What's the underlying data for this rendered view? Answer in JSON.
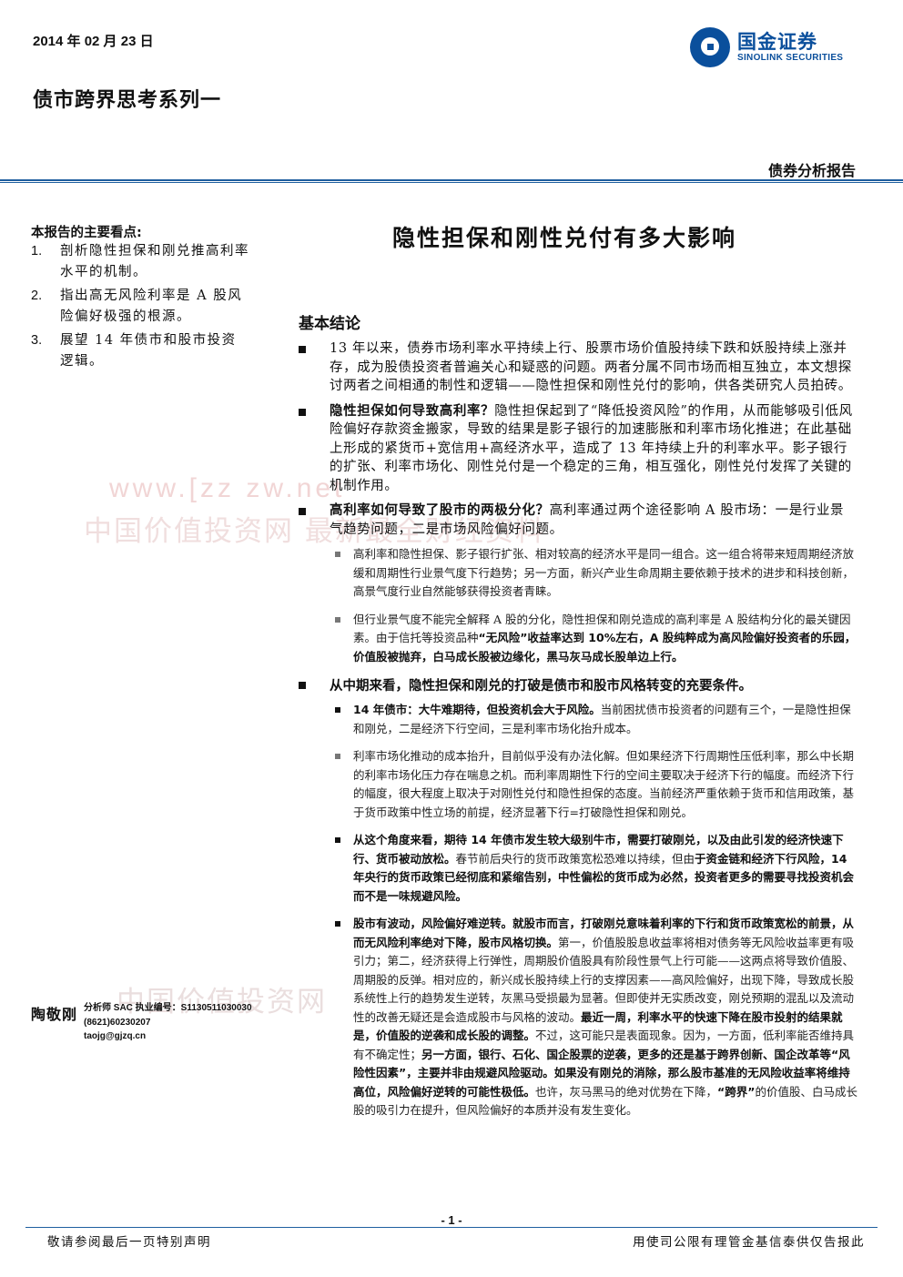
{
  "header": {
    "date": "2014 年 02 月 23 日",
    "series": "债市跨界思考系列一",
    "logo_cn": "国金证券",
    "logo_en": "SINOLINK SECURITIES",
    "report_type": "债券分析报告"
  },
  "sidebar": {
    "title": "本报告的主要看点:",
    "items": [
      {
        "num": "1.",
        "text": "剖析隐性担保和刚兑推高利率水平的机制。"
      },
      {
        "num": "2.",
        "text": "指出高无风险利率是 A 股风险偏好极强的根源。"
      },
      {
        "num": "3.",
        "text": "展望 14 年债市和股市投资逻辑。"
      }
    ]
  },
  "author": {
    "name": "陶敬刚",
    "license": "分析师 SAC 执业编号：S1130511030030",
    "phone": "(8621)60230207",
    "email": "taojg@gjzq.cn"
  },
  "report": {
    "title": "隐性担保和刚性兑付有多大影响",
    "section": "基本结论",
    "p1": "13 年以来，债券市场利率水平持续上行、股票市场价值股持续下跌和妖股持续上涨并存，成为股债投资者普遍关心和疑惑的问题。两者分属不同市场而相互独立，本文想探讨两者之间相通的制性和逻辑——隐性担保和刚性兑付的影响，供各类研究人员拍砖。",
    "p2_bold": "隐性担保如何导致高利率？",
    "p2_rest": "隐性担保起到了“降低投资风险”的作用，从而能够吸引低风险偏好存款资金搬家，导致的结果是影子银行的加速膨胀和利率市场化推进；在此基础上形成的紧货币+宽信用+高经济水平，造成了 13 年持续上升的利率水平。影子银行的扩张、利率市场化、刚性兑付是一个稳定的三角，相互强化，刚性兑付发挥了关键的机制作用。",
    "p3_bold": "高利率如何导致了股市的两极分化？",
    "p3_rest": "高利率通过两个途径影响 A 股市场：一是行业景气趋势问题，二是市场风险偏好问题。",
    "s3a": "高利率和隐性担保、影子银行扩张、相对较高的经济水平是同一组合。这一组合将带来短周期经济放缓和周期性行业景气度下行趋势；另一方面，新兴产业生命周期主要依赖于技术的进步和科技创新，高景气度行业自然能够获得投资者青睐。",
    "s3b_pre": "但行业景气度不能完全解释 A 股的分化，隐性担保和刚兑造成的高利率是 A 股结构分化的最关键因素。由于信托等投资品种",
    "s3b_bold": "“无风险”收益率达到 10%左右，A 股纯粹成为高风险偏好投资者的乐园，价值股被抛弃，白马成长股被边缘化，黑马灰马成长股单边上行。",
    "p4": "从中期来看，隐性担保和刚兑的打破是债市和股市风格转变的充要条件。",
    "s4a_bold": "14 年债市：大牛难期待，但投资机会大于风险。",
    "s4a_rest": "当前困扰债市投资者的问题有三个，一是隐性担保和刚兑，二是经济下行空间，三是利率市场化抬升成本。",
    "s4b": "利率市场化推动的成本抬升，目前似乎没有办法化解。但如果经济下行周期性压低利率，那么中长期的利率市场化压力存在喘息之机。而利率周期性下行的空间主要取决于经济下行的幅度。而经济下行的幅度，很大程度上取决于对刚性兑付和隐性担保的态度。当前经济严重依赖于货币和信用政策，基于货币政策中性立场的前提，经济显著下行=打破隐性担保和刚兑。",
    "s4c_bold1": "从这个角度来看，期待 14 年债市发生较大级别牛市，需要打破刚兑，以及由此引发的经济快速下行、货币被动放松。",
    "s4c_mid": "春节前后央行的货币政策宽松恐难以持续，但由",
    "s4c_bold2": "于资金链和经济下行风险，14 年央行的货币政策已经彻底和紧缩告别，中性偏松的货币成为必然，投资者更多的需要寻找投资机会而不是一味规避风险。",
    "s4d_bold1": "股市有波动，风险偏好难逆转。就股市而言，打破刚兑意味着利率的下行和货币政策宽松的前景，从而无风险利率绝对下降，股市风格切换。",
    "s4d_p2": "第一，价值股股息收益率将相对债务等无风险收益率更有吸引力；第二，经济获得上行弹性，周期股价值股具有阶段性景气上行可能——这两点将导致价值股、周期股的反弹。相对应的，新兴成长股持续上行的支撑因素——高风险偏好，出现下降，导致成长股系统性上行的趋势发生逆转，灰黑马受损最为显著。但即使并无实质改变，刚兑预期的混乱以及流动性的改善无疑还是会造成股市与风格的波动。",
    "s4d_bold2": "最近一周，利率水平的快速下降在股市投射的结果就是，价值股的逆袭和成长股的调整。",
    "s4d_p3": "不过，这可能只是表面现象。因为，一方面，低利率能否维持具有不确定性；",
    "s4d_bold3": "另一方面，银行、石化、国企股票的逆袭，更多的还是基于跨界创新、国企改革等“风险性因素”，主要并非由规避风险驱动。如果没有刚兑的消除，那么股市基准的无风险收益率将维持高位，风险偏好逆转的可能性极低。",
    "s4d_p4": "也许，灰马黑马的绝对优势在下降，",
    "s4d_bold4": "“跨界”",
    "s4d_p5": "的价值股、白马成长股的吸引力在提升，但风险偏好的本质并没有发生变化。"
  },
  "watermark": {
    "line1": "www.[zz zw.net",
    "line2": "中国价值投资网  最新最全财经资料",
    "line3": "中国价值投资网"
  },
  "footer": {
    "page": "- 1 -",
    "left": "敬请参阅最后一页特别声明",
    "right": "用使司公限有理管金基信泰供仅告报此"
  }
}
